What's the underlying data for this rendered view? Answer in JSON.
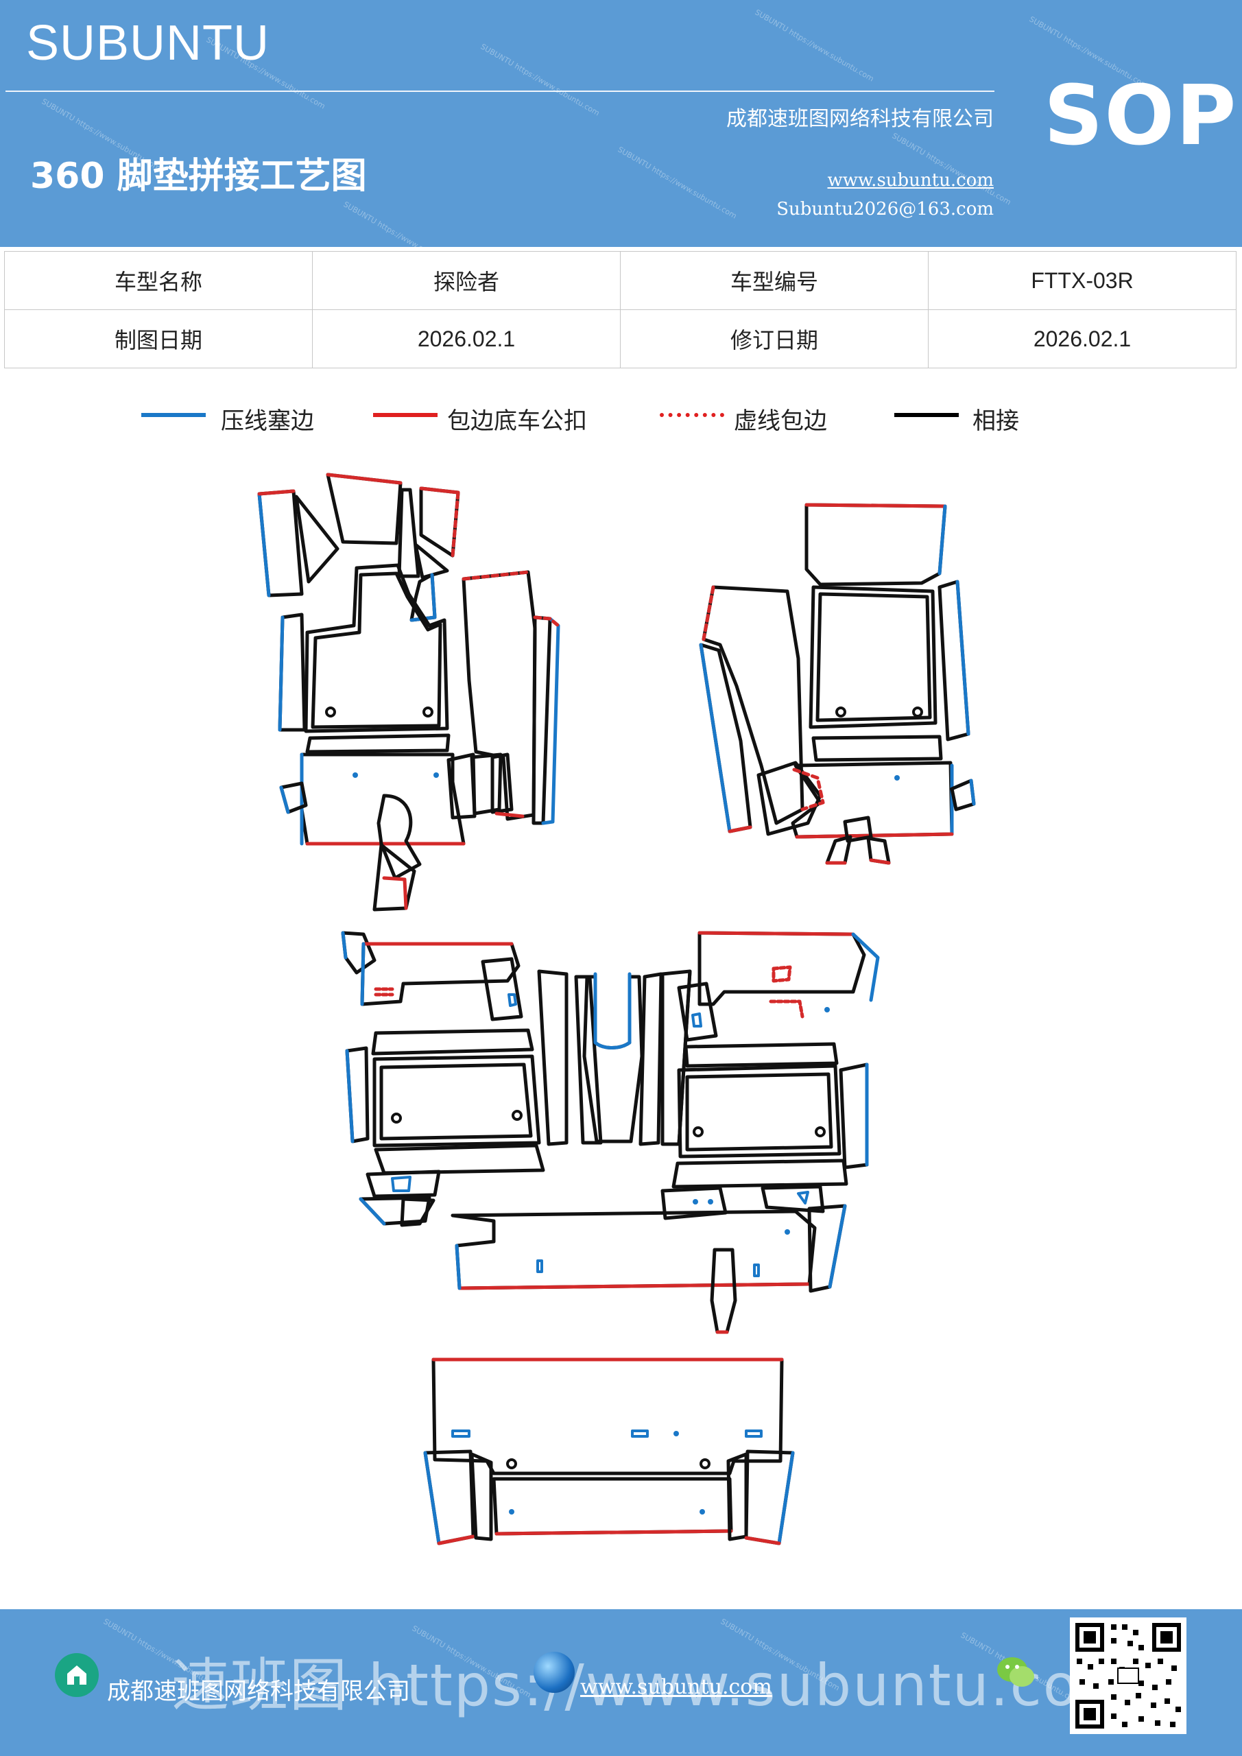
{
  "header": {
    "brand": "SUBUNTU",
    "company": "成都速班图网络科技有限公司",
    "title": "360 脚垫拼接工艺图",
    "website": "www.subuntu.com",
    "email": "Subuntu2026@163.com",
    "badge": "SOP"
  },
  "info_table": {
    "rows": [
      {
        "label1": "车型名称",
        "value1": "探险者",
        "label2": "车型编号",
        "value2": "FTTX-03R"
      },
      {
        "label1": "制图日期",
        "value1": "2026.02.1",
        "label2": "修订日期",
        "value2": "2026.02.1"
      }
    ]
  },
  "legend": {
    "items": [
      {
        "label": "压线塞边",
        "color": "#1a78c8",
        "style": "solid"
      },
      {
        "label": "包边底车公扣",
        "color": "#e02020",
        "style": "solid"
      },
      {
        "label": "虚线包边",
        "color": "#e02020",
        "style": "dotted"
      },
      {
        "label": "相接",
        "color": "#000000",
        "style": "solid"
      }
    ]
  },
  "colors": {
    "header_bg": "#5b9bd5",
    "press_line": "#1a78c8",
    "wrap_edge": "#d42a2a",
    "joint": "#111111"
  },
  "footer": {
    "company": "成都速班图网络科技有限公司",
    "website": "www.subuntu.com",
    "watermark": "速班图 https://www.subuntu.com",
    "icons": [
      "building-icon",
      "globe-icon",
      "wechat-icon",
      "qr-code"
    ]
  }
}
